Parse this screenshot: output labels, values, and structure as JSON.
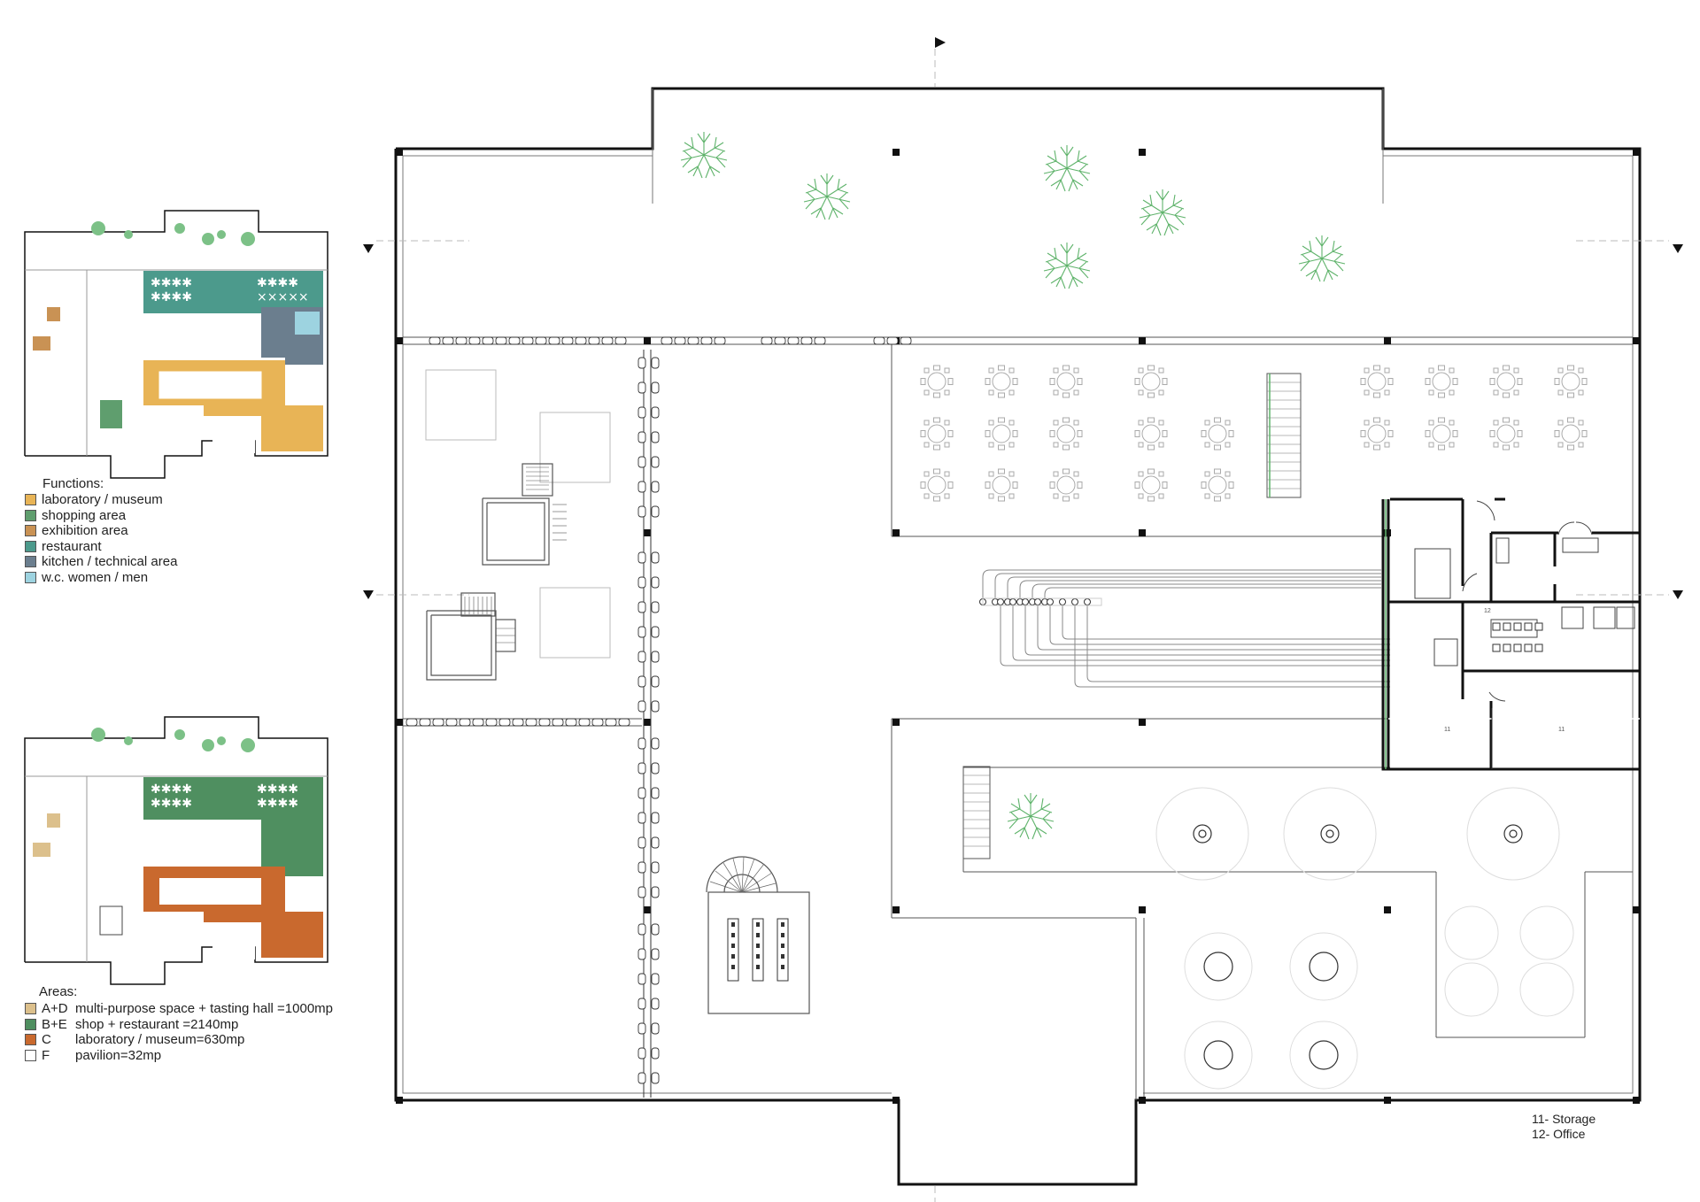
{
  "functions_legend": {
    "title": "Functions:",
    "items": [
      {
        "label": "laboratory / museum",
        "color": "#e8b456"
      },
      {
        "label": "shopping area",
        "color": "#5f9e6e"
      },
      {
        "label": "exhibition area",
        "color": "#c99254"
      },
      {
        "label": "restaurant",
        "color": "#4c9a8c"
      },
      {
        "label": "kitchen / technical area",
        "color": "#6b7e8e"
      },
      {
        "label": "w.c. women / men",
        "color": "#9dd3e0"
      }
    ]
  },
  "areas_legend": {
    "title": "Areas:",
    "items": [
      {
        "code": "A+D",
        "label": "multi-purpose space + tasting hall =1000mp",
        "color": "#dcc08c"
      },
      {
        "code": "B+E",
        "label": "shop + restaurant =2140mp",
        "color": "#4f8f60"
      },
      {
        "code": "C",
        "label": "laboratory / museum=630mp",
        "color": "#c9692e"
      },
      {
        "code": "F",
        "label": "pavilion=32mp",
        "color": "#ffffff"
      }
    ]
  },
  "room_notes": [
    "11- Storage",
    "12- Office"
  ],
  "room_tags": {
    "storage": "11",
    "office": "12"
  }
}
